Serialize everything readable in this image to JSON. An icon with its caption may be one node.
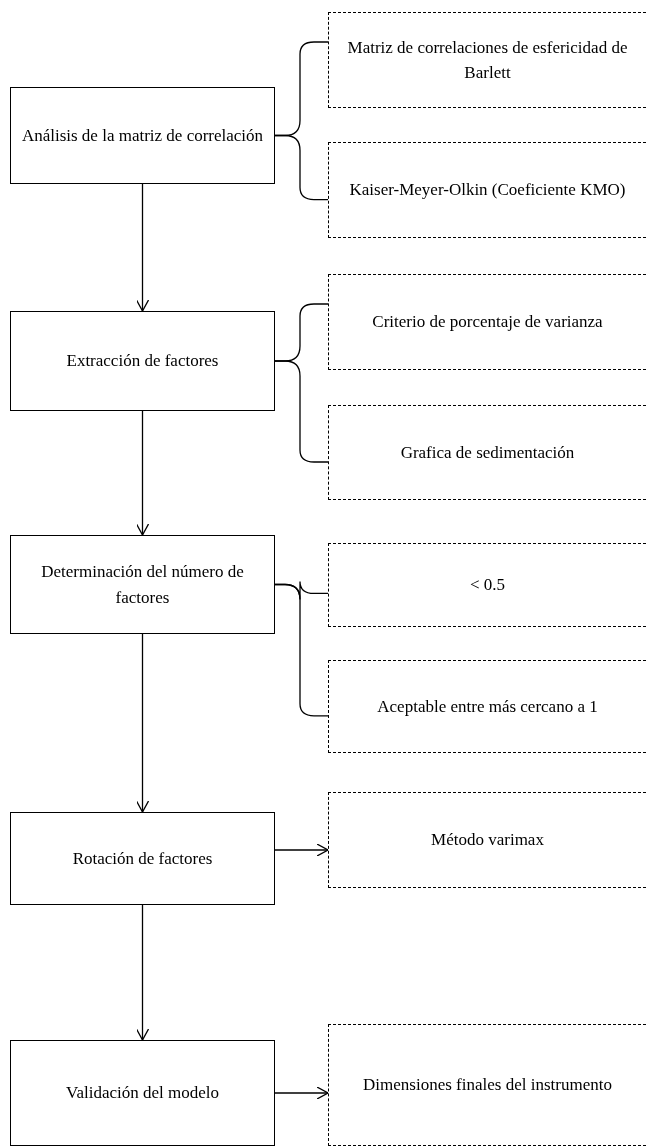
{
  "diagram": {
    "nodes": [
      {
        "text": [
          "Análisis de la matriz de correlación"
        ]
      },
      {
        "text": [
          "Matriz de correlaciones de esfericidad de Barlett"
        ]
      },
      {
        "text": [
          "Kaiser-Meyer-Olkin (Coeficiente KMO)"
        ]
      },
      {
        "text": [
          "Extracción de factores"
        ]
      },
      {
        "text": [
          "Criterio de porcentaje de varianza"
        ]
      },
      {
        "text": [
          "Grafica de sedimentación"
        ]
      },
      {
        "text": [
          "Determinación del número de factores"
        ]
      },
      {
        "text": [
          "< 0.5"
        ]
      },
      {
        "text": [
          "Aceptable entre más cercano a 1"
        ]
      },
      {
        "text": [
          "Rotación de factores"
        ]
      },
      {
        "text": [
          "Método varimax"
        ]
      },
      {
        "text": [
          "Validación del modelo"
        ]
      },
      {
        "text": [
          "Dimensiones finales del instrumento"
        ]
      }
    ],
    "edges": [
      {
        "from": 0,
        "to": 1,
        "arrow": "none"
      },
      {
        "from": 0,
        "to": 2,
        "arrow": "none"
      },
      {
        "from": 0,
        "to": 3,
        "arrow": "to"
      },
      {
        "from": 3,
        "to": 4,
        "arrow": "none"
      },
      {
        "from": 3,
        "to": 5,
        "arrow": "none"
      },
      {
        "from": 3,
        "to": 6,
        "arrow": "to"
      },
      {
        "from": 6,
        "to": 7,
        "arrow": "none"
      },
      {
        "from": 6,
        "to": 8,
        "arrow": "none"
      },
      {
        "from": 6,
        "to": 9,
        "arrow": "to"
      },
      {
        "from": 9,
        "to": 10,
        "arrow": "to"
      },
      {
        "from": 9,
        "to": 11,
        "arrow": "to"
      },
      {
        "from": 11,
        "to": 12,
        "arrow": "to"
      }
    ]
  }
}
